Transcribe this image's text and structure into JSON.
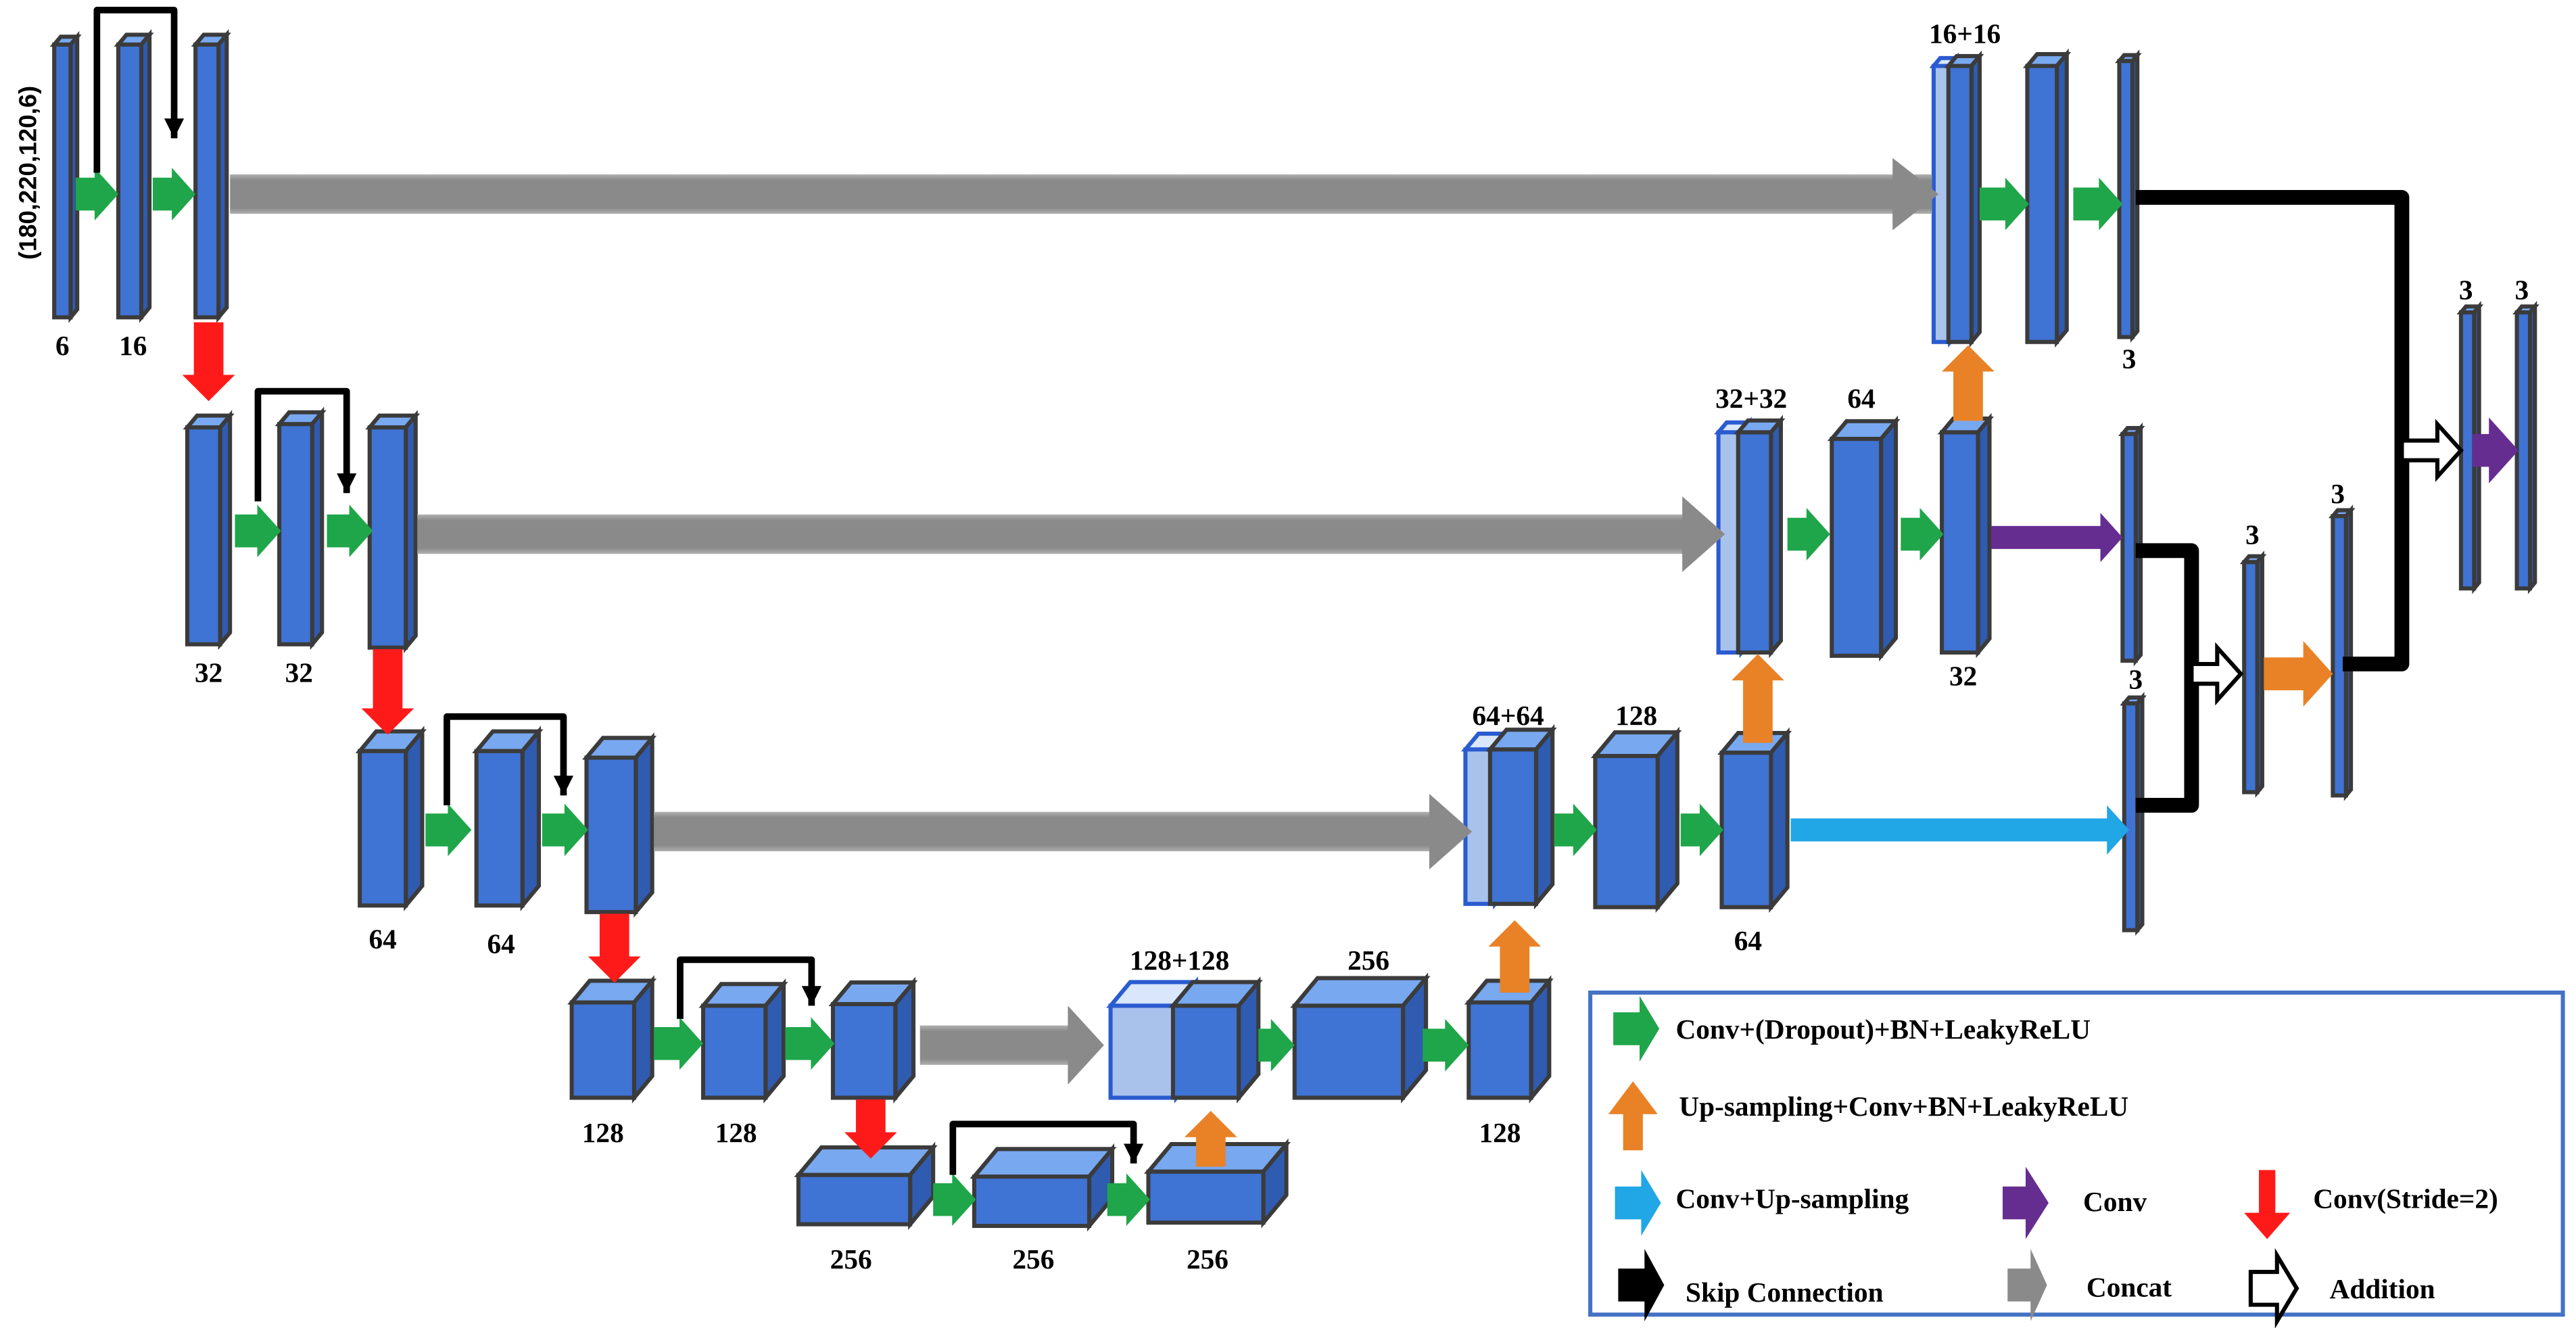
{
  "input_shape": "(180,220,120,6)",
  "encoder": {
    "level1": [
      "6",
      "16"
    ],
    "level2": [
      "32",
      "32"
    ],
    "level3": [
      "64",
      "64"
    ],
    "level4": [
      "128",
      "128"
    ],
    "bottleneck": [
      "256",
      "256",
      "256"
    ]
  },
  "decoder": {
    "level4": {
      "concat": "128+128",
      "conv": "256",
      "up": "128"
    },
    "level3": {
      "concat": "64+64",
      "conv": "128",
      "up": "64"
    },
    "level2": {
      "concat": "32+32",
      "conv": "64",
      "up": "32"
    },
    "level1": {
      "concat": "16+16",
      "out": "3"
    }
  },
  "deep_supervision": {
    "out2": "3",
    "out3": "3",
    "sum1": "3",
    "up1": "3",
    "final_a": "3",
    "final_b": "3"
  },
  "legend": {
    "items": [
      {
        "label": "Conv+(Dropout)+BN+LeakyReLU",
        "color": "#1fa64a"
      },
      {
        "label": "Up-sampling+Conv+BN+LeakyReLU",
        "color": "#e98226"
      },
      {
        "label": "Conv+Up-sampling",
        "color": "#21a6e6"
      },
      {
        "label": "Conv",
        "color": "#662d91"
      },
      {
        "label": "Conv(Stride=2)",
        "color": "#ff1a1a"
      },
      {
        "label": "Skip Connection",
        "color": "#000000"
      },
      {
        "label": "Concat",
        "color": "#8a8a8a"
      },
      {
        "label": "Addition",
        "color": "#ffffff"
      }
    ]
  },
  "colors": {
    "block": "#3f73d4",
    "block_top": "#78a8f0",
    "block_side": "#2f5bb0",
    "concat_block": "#a8c2ec",
    "outline": "#3b3b3b",
    "legend_border": "#4472c4"
  }
}
